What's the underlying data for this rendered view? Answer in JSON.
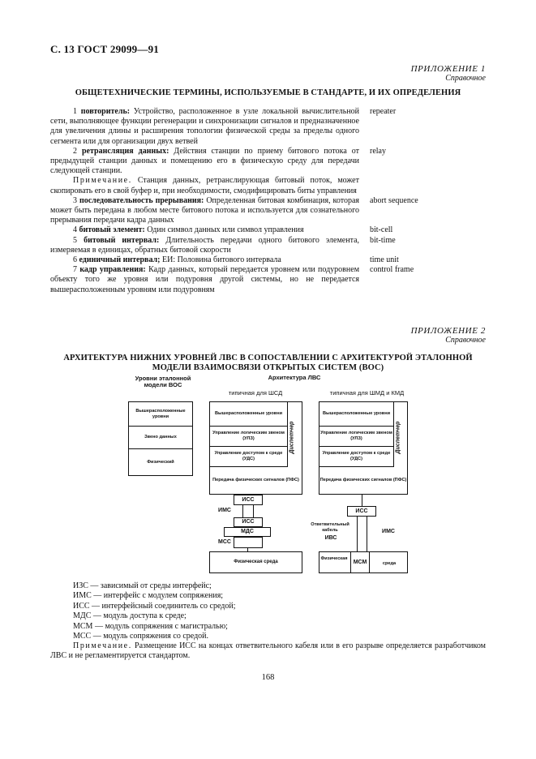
{
  "header": {
    "page_label": "С. 13 ГОСТ 29099—91"
  },
  "appendix1": {
    "label": "ПРИЛОЖЕНИЕ 1",
    "sublabel": "Справочное",
    "title": "ОБЩЕТЕХНИЧЕСКИЕ ТЕРМИНЫ, ИСПОЛЬЗУЕМЫЕ В СТАНДАРТЕ, И ИХ ОПРЕДЕЛЕНИЯ",
    "terms": [
      {
        "num": "1",
        "term": "повторитель:",
        "def": "Устройство, расположенное в узле локальной вычислительной сети, выполняющее функции регенерации и синхронизации сигналов и предназначенное для увеличения длины и расширения топологии физической среды за пределы одного сегмента или для организации двух ветвей",
        "en": "repeater"
      },
      {
        "num": "2",
        "term": "ретрансляция данных:",
        "def": "Действия станции по приему битового потока от предыдущей станции данных и помещению его в физическую среду для передачи следующей станции.",
        "en": "relay"
      },
      {
        "num": "",
        "term": "",
        "note_label": "Примечание.",
        "def": "Станция данных, ретранслирующая битовый поток, может скопировать его в свой буфер и, при необходимости, смодифицировать биты управления",
        "en": ""
      },
      {
        "num": "3",
        "term": "последовательность прерывания:",
        "def": "Определенная битовая комбинация, которая может быть передана в любом месте битового потока и используется для сознательного прерывания передачи кадра данных",
        "en": "abort sequence"
      },
      {
        "num": "4",
        "term": "битовый элемент:",
        "def": "Один символ данных или символ управления",
        "en": "bit-cell"
      },
      {
        "num": "5",
        "term": "битовый интервал:",
        "def": "Длительность передачи одного битового элемента, измеряемая в единицах, обратных битовой скорости",
        "en": "bit-time"
      },
      {
        "num": "6",
        "term": "единичный интервал;",
        "def": "ЕИ: Половина битового интервала",
        "en": "time unit"
      },
      {
        "num": "7",
        "term": "кадр управления:",
        "def": "Кадр данных, который передается уровнем или подуровнем объекту того же уровня или подуровня другой системы, но не передается вышерасположенным уровням или подуровням",
        "en": "control frame"
      }
    ]
  },
  "appendix2": {
    "label": "ПРИЛОЖЕНИЕ 2",
    "sublabel": "Справочное",
    "title_line1": "АРХИТЕКТУРА НИЖНИХ УРОВНЕЙ ЛВС В СОПОСТАВЛЕНИИ С АРХИТЕКТУРОЙ ЭТАЛОННОЙ",
    "title_line2": "МОДЕЛИ ВЗАИМОСВЯЗИ ОТКРЫТЫХ СИСТЕМ (ВОС)"
  },
  "diagram": {
    "osi_header": "Уровни эталонной модели ВОС",
    "lan_header": "Архитектура ЛВС",
    "left_sub": "типичная для ШСД",
    "right_sub": "типичная для ШМД и КМД",
    "osi_levels": [
      "Вышерасположенные уровни",
      "Звено данных",
      "Физический"
    ],
    "lan_levels": [
      "Вышерасположенные уровни",
      "Управление логическим звеном (УЛЗ)",
      "Управление доступом к среде (УДС)",
      "Передача физических сигналов (ПФС)"
    ],
    "dispatcher": "Диспетчер",
    "left_chain": {
      "iss1": "ИСС",
      "ims": "ИМС",
      "iss2": "ИСС",
      "mds": "МДС",
      "mss": "МСС",
      "media": "Физическая среда"
    },
    "right_chain": {
      "iss": "ИСС",
      "branch_cable": "Ответвительный кабель",
      "ivs": "ИВС",
      "ims": "ИМС",
      "media_left": "Физическая",
      "mcm": "МСМ",
      "media_right": "среда"
    }
  },
  "legend": [
    "ИЗС — зависимый от среды интерфейс;",
    "ИМС — интерфейс с модулем сопряжения;",
    "ИСС — интерфейсный соединитель со средой;",
    "МДС — модуль доступа к среде;",
    "МСМ — модуль сопряжения с магистралью;",
    "МСС — модуль сопряжения со средой."
  ],
  "note2": {
    "label": "Примечание.",
    "text": "Размещение ИСС на концах ответвительного кабеля или в его разрыве определяется разработчиком ЛВС и не регламентируется стандартом."
  },
  "page_number": "168"
}
